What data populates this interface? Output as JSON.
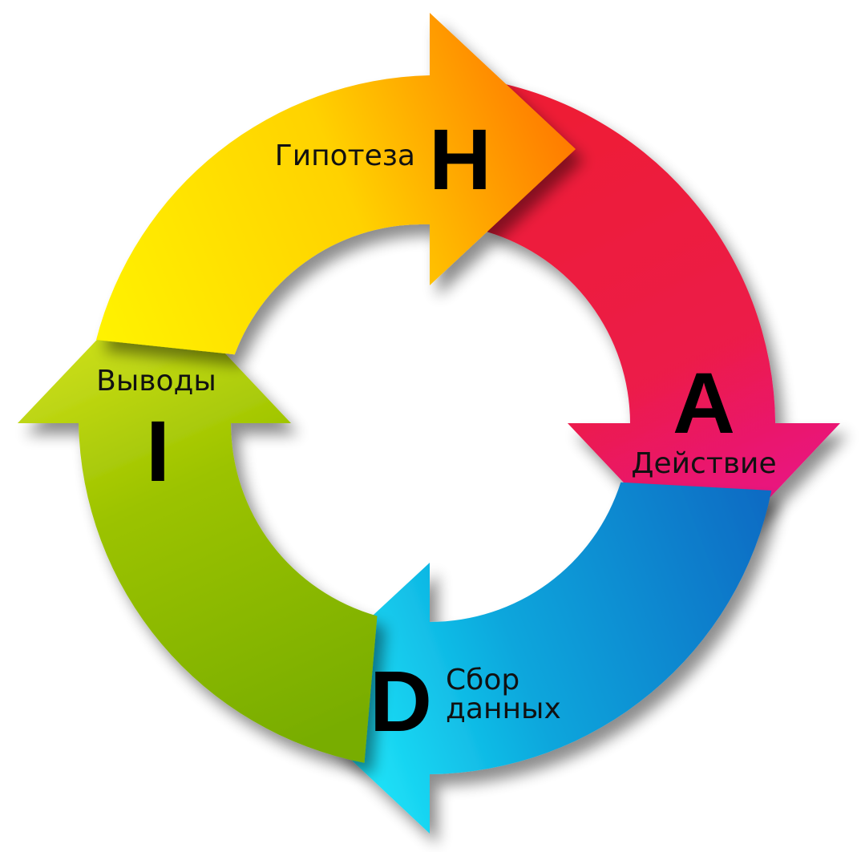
{
  "cycle": {
    "stages": [
      {
        "id": "hypothesis",
        "letter": "H",
        "label": "Гипотеза",
        "label_lines": [
          "Гипотеза"
        ],
        "color_from": "#ffd200",
        "color_to": "#ff7a00"
      },
      {
        "id": "action",
        "letter": "A",
        "label": "Действие",
        "label_lines": [
          "Действие"
        ],
        "color_from": "#ee1c34",
        "color_to": "#e8188c"
      },
      {
        "id": "data",
        "letter": "D",
        "label": "Сбор данных",
        "label_lines": [
          "Сбор",
          "данных"
        ],
        "color_from": "#0a6cc4",
        "color_to": "#22f2ff"
      },
      {
        "id": "conclusions",
        "letter": "I",
        "label": "Выводы",
        "label_lines": [
          "Выводы"
        ],
        "color_from": "#78ad00",
        "color_to": "#d4e021"
      }
    ],
    "colors": {
      "yellow": "#fff200",
      "orange": "#ff7a00",
      "red": "#ee1c34",
      "magenta": "#e8188c",
      "blue": "#0a6cc4",
      "cyan": "#22f2ff",
      "green": "#78ad00",
      "lime": "#cfe01c"
    }
  }
}
